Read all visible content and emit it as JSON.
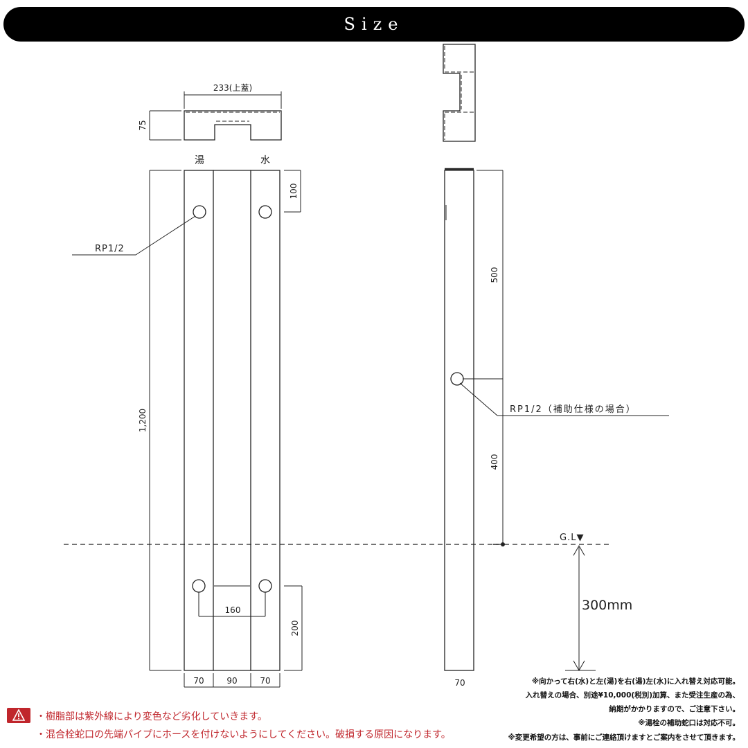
{
  "header": {
    "title": "Size"
  },
  "diagram": {
    "labels": {
      "top_width": "233(上蓋)",
      "top_height": "75",
      "hot": "湯",
      "cold": "水",
      "dim_100": "100",
      "rp_front": "RP1/2",
      "total_height": "1,200",
      "dim_160": "160",
      "dim_200": "200",
      "dim_70_left": "70",
      "dim_90": "90",
      "dim_70_right": "70",
      "side_500": "500",
      "rp_side": "RP1/2（補助仕様の場合）",
      "side_400": "400",
      "gl": "G.L▼",
      "depth": "300mm",
      "side_width": "70"
    }
  },
  "notes": [
    "※向かって右(水)と左(湯)を右(湯)左(水)に入れ替え対応可能。",
    "入れ替えの場合、別途¥10,000(税別)加算、また受注生産の為、",
    "納期がかかりますので、ご注意下さい。",
    "※湯栓の補助蛇口は対応不可。",
    "※変更希望の方は、事前にご連絡頂けますとご案内をさせて頂きます。"
  ],
  "warnings": [
    "・樹脂部は紫外線により変色など劣化していきます。",
    "・混合栓蛇口の先端パイプにホースを付けないようにしてください。破損する原因になります。"
  ],
  "colors": {
    "header_bg": "#000000",
    "warning": "#c0262c",
    "line": "#222222"
  }
}
